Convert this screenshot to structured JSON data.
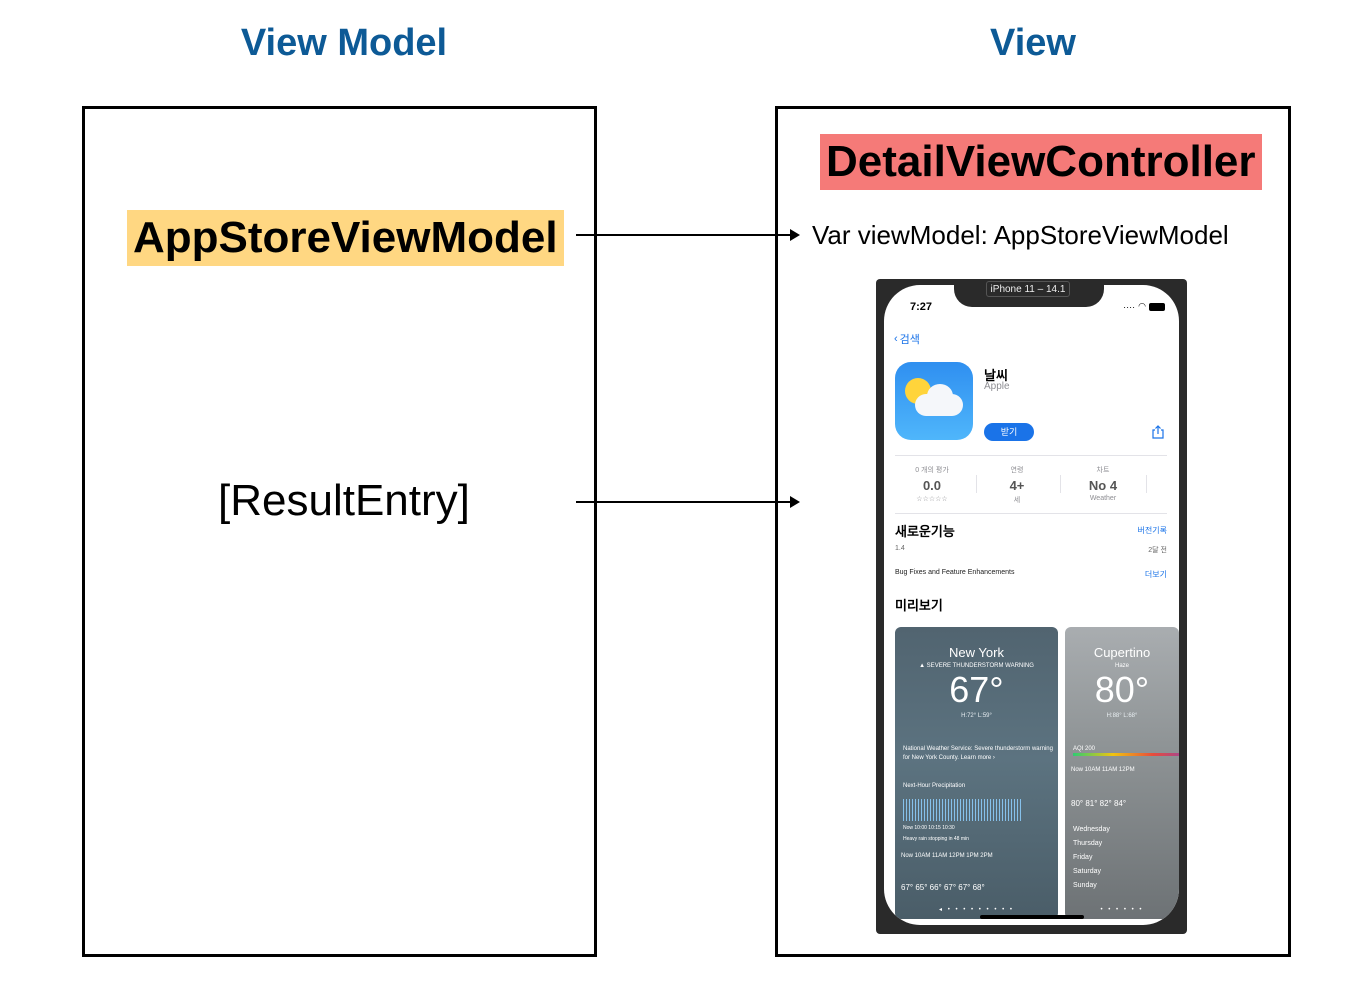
{
  "view_model": {
    "title": "View Model",
    "class_name": "AppStoreViewModel",
    "property": "[ResultEntry]"
  },
  "view": {
    "title": "View",
    "class_name": "DetailViewController",
    "var_decl": "Var viewModel: AppStoreViewModel"
  },
  "colors": {
    "title": "#0d5a96",
    "view_model_highlight": "#ffd782",
    "view_highlight": "#f57a78"
  },
  "phone": {
    "device_label": "iPhone 11 – 14.1",
    "time": "7:27",
    "back_label": "검색",
    "app_name": "날씨",
    "developer": "Apple",
    "get_button": "받기",
    "stats": [
      {
        "caption": "0 개의 평가",
        "value": "0.0",
        "sub": "☆☆☆☆☆"
      },
      {
        "caption": "연령",
        "value": "4+",
        "sub": "세"
      },
      {
        "caption": "차트",
        "value": "No 4",
        "sub": "Weather"
      }
    ],
    "whats_new": {
      "title": "새로운기능",
      "history_link": "버전기록",
      "version": "1.4",
      "when": "2달 전",
      "notes": "Bug Fixes and Feature Enhancements",
      "more_link": "더보기"
    },
    "preview_title": "미리보기",
    "screenshot_ny": {
      "city": "New York",
      "warning": "▲ SEVERE THUNDERSTORM WARNING",
      "temp": "67°",
      "hilo": "H:72°  L:59°",
      "alert": "National Weather Service: Severe thunderstorm warning for New York County. Learn more ›",
      "precip_title": "Next-Hour Precipitation",
      "precip_axis": "Now          10:00      10:15      10:30",
      "precip_note": "Heavy rain stopping in 48 min",
      "hours": "Now  10AM  11AM  12PM  1PM  2PM",
      "temps": "67°  65°  66°  67°  67°  68°"
    },
    "screenshot_cp": {
      "city": "Cupertino",
      "condition": "Haze",
      "temp": "80°",
      "hilo": "H:88°  L:68°",
      "aqi": "AQI 200",
      "hours": "Now  10AM  11AM  12PM",
      "temps": "80°  81°  82°  84°",
      "days": [
        "Wednesday",
        "Thursday",
        "Friday",
        "Saturday",
        "Sunday"
      ]
    }
  }
}
